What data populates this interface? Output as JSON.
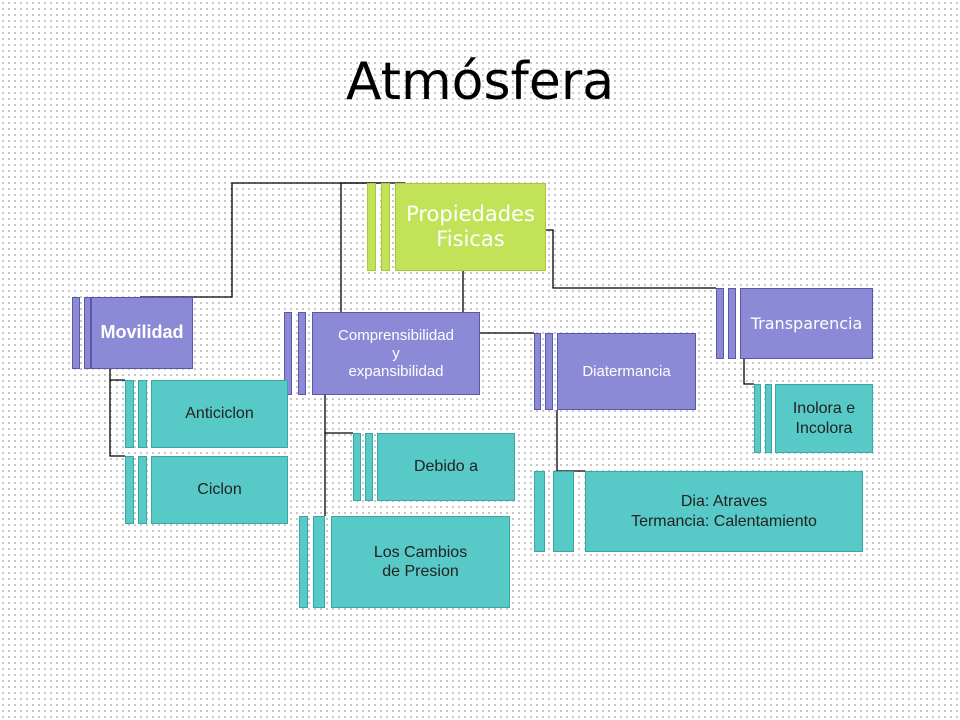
{
  "title": "Atmósfera",
  "nodes": {
    "propiedades": "Propiedades\nFisicas",
    "movilidad": "Movilidad",
    "comprensibilidad": "Comprensibilidad\ny\nexpansibilidad",
    "diatermancia": "Diatermancia",
    "transparencia": "Transparencia",
    "anticiclon": "Anticiclon",
    "ciclon": "Ciclon",
    "debido": "Debido a",
    "cambios": "Los Cambios\nde Presion",
    "dia": "Dia: Atraves\nTermancia: Calentamiento",
    "inolora": "Inolora e\nIncolora"
  },
  "colors": {
    "root": "#c2e257",
    "level1": "#8c8ad6",
    "level2": "#57c9c6"
  }
}
